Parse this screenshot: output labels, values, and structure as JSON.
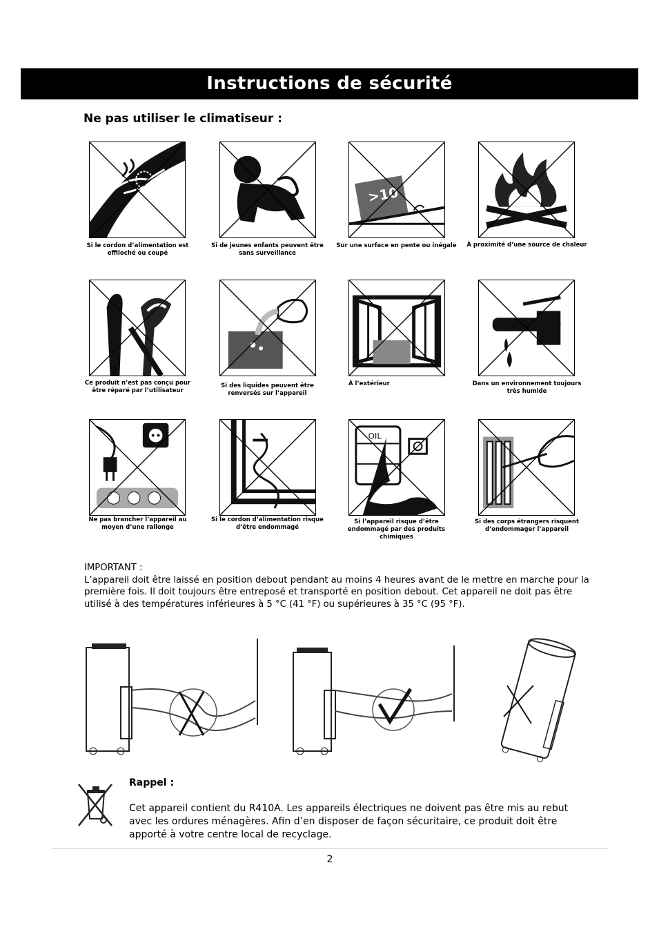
{
  "header": {
    "title": "Instructions  de sécurité"
  },
  "subtitle": "Ne pas utiliser le climatiseur :",
  "warnings": [
    {
      "label": "Si le cordon d’alimentation est effiloché ou coupé",
      "icon": "frayed-cord-icon"
    },
    {
      "label": "Si de jeunes enfants peuvent être sans surveillance",
      "icon": "child-icon"
    },
    {
      "label": "Sur une surface en pente ou inégale",
      "icon": "slope-surface-icon"
    },
    {
      "label": "À proximité d’une source de chaleur",
      "icon": "fire-icon"
    },
    {
      "label": "Ce produit n’est pas conçu pour être réparé par l’utilisateur",
      "icon": "tools-icon"
    },
    {
      "label": "Si des liquides peuvent être renversés sur l’appareil",
      "icon": "liquid-spill-icon"
    },
    {
      "label": "À l’extérieur",
      "icon": "open-window-icon"
    },
    {
      "label": "Dans un environnement toujours très humide",
      "icon": "faucet-icon"
    },
    {
      "label": "Ne pas brancher l’appareil au moyen d’une rallonge",
      "icon": "extension-cord-icon"
    },
    {
      "label": "Si le cordon d’alimentation risque d’être endommagé",
      "icon": "pinched-cord-icon"
    },
    {
      "label": "Si l’appareil risque d’être endommagé par des produits chimiques",
      "icon": "oil-barrel-icon",
      "tag": "OIL"
    },
    {
      "label": "Si des corps étrangers risquent d’endommager l’appareil",
      "icon": "foreign-object-icon"
    }
  ],
  "slope_tag": ">10",
  "important": {
    "title": "IMPORTANT :",
    "text": "L’appareil doit être laissé en position debout pendant au moins 4 heures avant de le mettre en marche pour la première fois. Il doit toujours être entreposé et transporté en position debout. Cet appareil ne doit pas être utilisé à des températures inférieures à  5 °C  (41 °F) ou supérieures à  35 °C (95 °F)."
  },
  "illustrations": [
    {
      "icon": "hose-kinked-icon",
      "mark": "cross"
    },
    {
      "icon": "hose-correct-icon",
      "mark": "check"
    },
    {
      "icon": "unit-tilted-icon",
      "mark": "cross"
    }
  ],
  "rappel": {
    "title": "Rappel :",
    "text": "Cet appareil contient du R410A. Les appareils électriques ne doivent pas être mis au rebut avec les ordures ménagères. Afin d’en disposer de façon sécuritaire, ce produit doit être apporté à votre centre local de recyclage.",
    "icon": "crossed-bin-icon"
  },
  "footer": {
    "page_number": "2"
  }
}
